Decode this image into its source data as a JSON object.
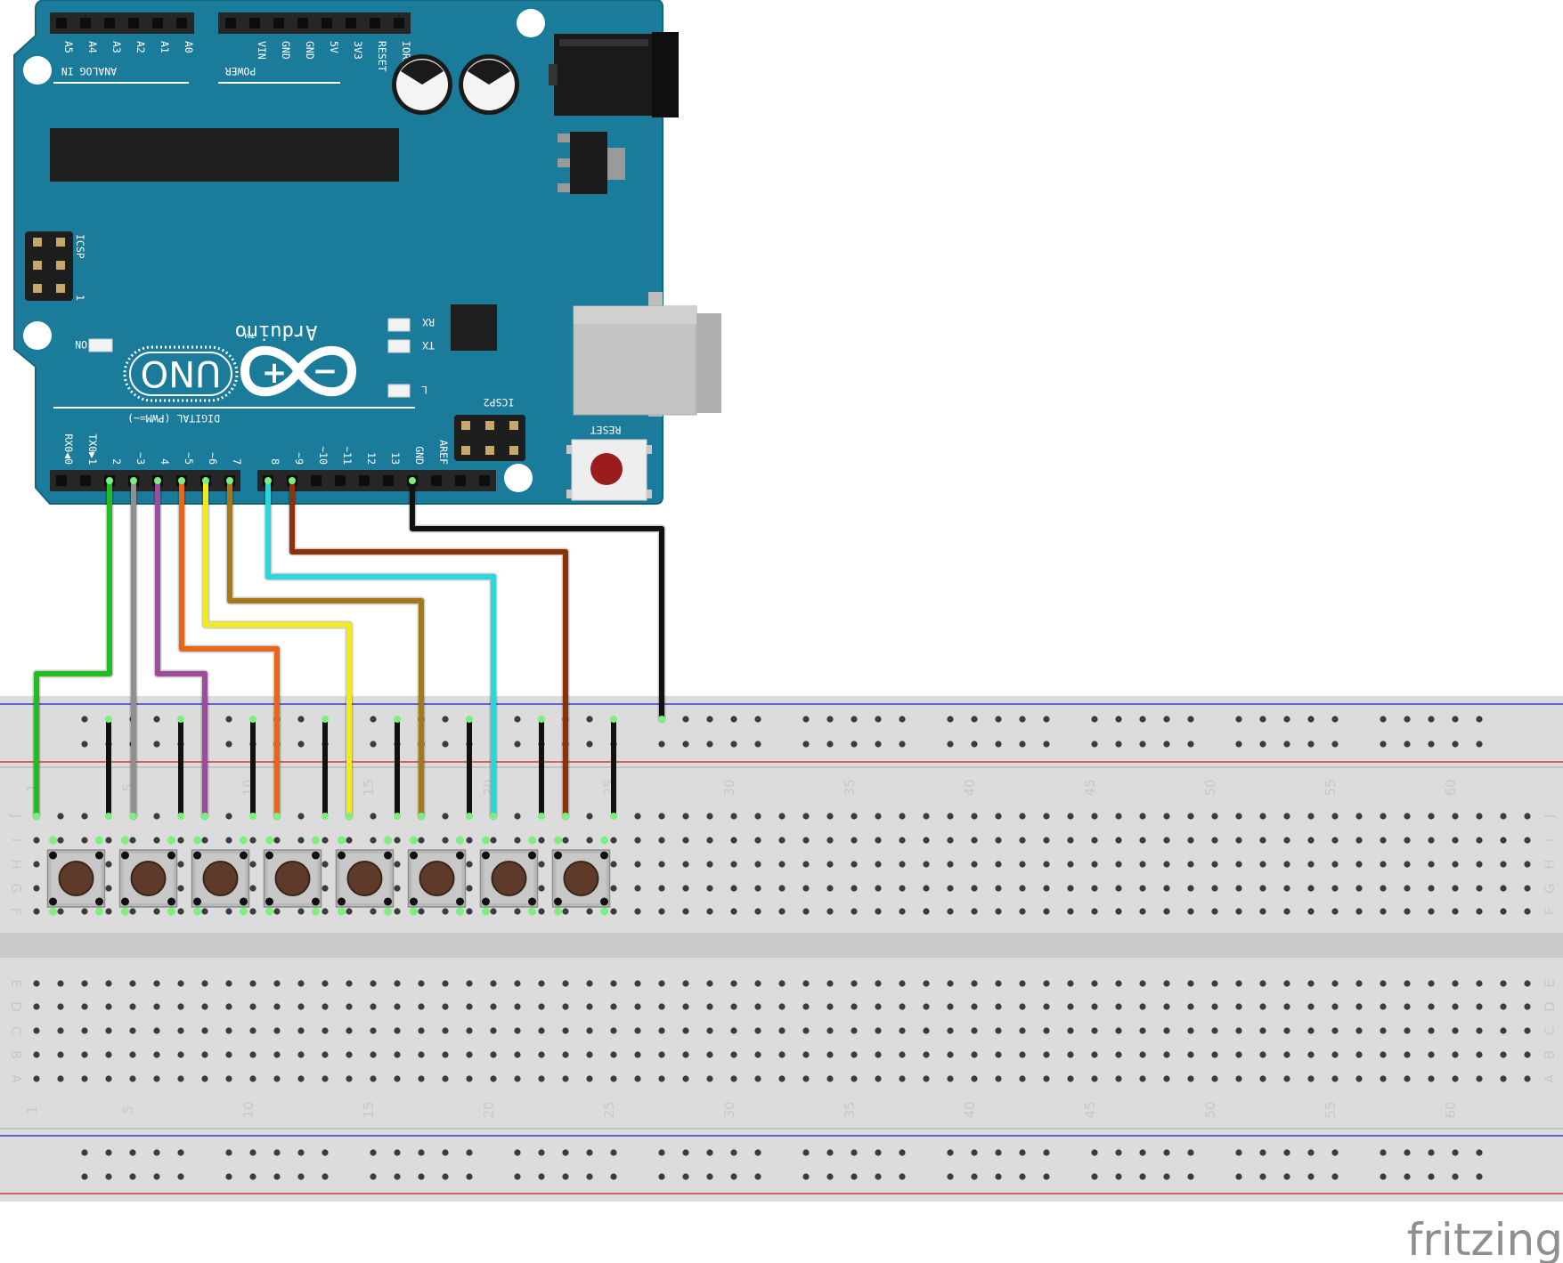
{
  "board": {
    "brand": "Arduino",
    "model": "UNO",
    "trademark": "TM",
    "analog_header_title": "ANALOG IN",
    "power_header_title": "POWER",
    "digital_header_title": "DIGITAL (PWM=~)",
    "analog_pins": [
      "A5",
      "A4",
      "A3",
      "A2",
      "A1",
      "A0"
    ],
    "power_pins": [
      "VIN",
      "GND",
      "GND",
      "5V",
      "3V3",
      "RESET",
      "IOREF"
    ],
    "digital_pins_low": [
      "RX0◀0",
      "TX0▶1",
      "2",
      "~3",
      "4",
      "~5",
      "~6",
      "7"
    ],
    "digital_pins_high": [
      "8",
      "~9",
      "~10",
      "~11",
      "12",
      "13",
      "GND",
      "AREF"
    ],
    "icsp_label": "ICSP",
    "icsp_pin1_label": "1",
    "icsp2_label": "ICSP2",
    "reset_label": "RESET",
    "led_on_label": "ON",
    "led_rx_label": "RX",
    "led_tx_label": "TX",
    "led_l_label": "L",
    "color": "#1b7b9a"
  },
  "breadboard": {
    "row_letters_top": [
      "J",
      "I",
      "H",
      "G",
      "F"
    ],
    "row_letters_bottom": [
      "E",
      "D",
      "C",
      "B",
      "A"
    ],
    "column_labels": [
      "1",
      "5",
      "10",
      "15",
      "20",
      "25",
      "30",
      "35",
      "40",
      "45",
      "50",
      "55",
      "60"
    ]
  },
  "buttons": {
    "count": 8,
    "type": "tactile push button"
  },
  "wires": [
    {
      "pin": "2",
      "color": "#22bb22",
      "target_column": 1
    },
    {
      "pin": "~3",
      "color": "#8f8f8f",
      "target_column": 5
    },
    {
      "pin": "4",
      "color": "#9b4c9b",
      "target_column": 8
    },
    {
      "pin": "~5",
      "color": "#e8661a",
      "target_column": 11
    },
    {
      "pin": "~6",
      "color": "#f2ea1a",
      "target_column": 14
    },
    {
      "pin": "7",
      "color": "#a4781c",
      "target_column": 17
    },
    {
      "pin": "8",
      "color": "#2ad6dc",
      "target_column": 20
    },
    {
      "pin": "~9",
      "color": "#8c3208",
      "target_column": 23
    },
    {
      "pin": "GND",
      "color": "#111111",
      "target_column": "ground rail"
    }
  ],
  "watermark": "fritzing"
}
